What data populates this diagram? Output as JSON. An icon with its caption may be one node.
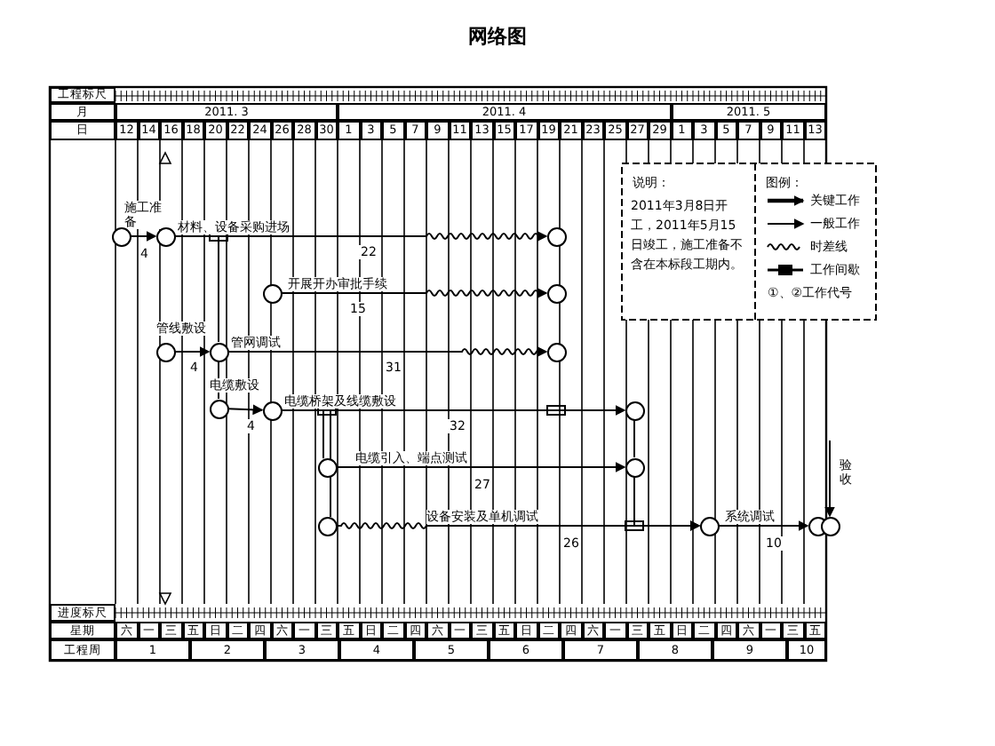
{
  "diagram": {
    "title": "网络图",
    "nodes": [
      {
        "text": [],
        "shape": "circle"
      },
      {
        "text": [],
        "shape": "circle"
      },
      {
        "text": [],
        "shape": "circle"
      },
      {
        "text": [],
        "shape": "circle"
      },
      {
        "text": [],
        "shape": "circle"
      },
      {
        "text": [],
        "shape": "circle"
      },
      {
        "text": [],
        "shape": "circle"
      },
      {
        "text": [],
        "shape": "circle"
      },
      {
        "text": [],
        "shape": "circle"
      },
      {
        "text": [],
        "shape": "circle"
      },
      {
        "text": [],
        "shape": "circle"
      },
      {
        "text": [],
        "shape": "circle"
      },
      {
        "text": [],
        "shape": "circle"
      },
      {
        "text": [],
        "shape": "circle"
      },
      {
        "text": [],
        "shape": "circle"
      },
      {
        "text": [],
        "shape": "circle"
      },
      {
        "text": [],
        "shape": "circle"
      }
    ],
    "edges": [
      {
        "from": 0,
        "to": 1,
        "arrow": "to",
        "label": "施工准备"
      },
      {
        "from": 1,
        "to": 2,
        "arrow": "to",
        "label": "材料、设备采购进场"
      },
      {
        "from": 3,
        "to": 4,
        "arrow": "to",
        "label": "开展开办审批手续"
      },
      {
        "from": 5,
        "to": 6,
        "arrow": "to",
        "label": "管线敷设"
      },
      {
        "from": 6,
        "to": 7,
        "arrow": "to",
        "label": "管网调试"
      },
      {
        "from": 8,
        "to": 9,
        "arrow": "to",
        "label": "电缆敷设"
      },
      {
        "from": 9,
        "to": 10,
        "arrow": "to",
        "label": "电缆桥架及线缆敷设"
      },
      {
        "from": 11,
        "to": 12,
        "arrow": "to",
        "label": "电缆引入、端点测试"
      },
      {
        "from": 13,
        "to": 14,
        "arrow": "to",
        "label": "设备安装及单机调试"
      },
      {
        "from": 14,
        "to": 15,
        "arrow": "to",
        "label": "系统调试"
      },
      {
        "from": null,
        "to": 16,
        "arrow": "to"
      },
      {
        "from": 1,
        "to": 6,
        "arrow": "none"
      },
      {
        "from": 6,
        "to": 8,
        "arrow": "none"
      },
      {
        "from": 9,
        "to": 11,
        "arrow": "none"
      },
      {
        "from": 9,
        "to": 13,
        "arrow": "none"
      },
      {
        "from": 10,
        "to": 12,
        "arrow": "none"
      },
      {
        "from": 12,
        "to": 14,
        "arrow": "to"
      }
    ],
    "labels": [
      "工程标尺",
      "月",
      "2011. 3",
      "2011. 4",
      "2011. 5",
      "日",
      "12",
      "14",
      "16",
      "18",
      "20",
      "22",
      "24",
      "26",
      "28",
      "30",
      "1",
      "3",
      "5",
      "7",
      "9",
      "11",
      "13",
      "15",
      "17",
      "19",
      "21",
      "23",
      "25",
      "27",
      "29",
      "1",
      "3",
      "5",
      "7",
      "9",
      "11",
      "13",
      "说明：",
      "2011年3月8日开工，2011年5月15日竣工，施工准备不含在本标段工期内。",
      "图例：",
      "4",
      "22",
      "15",
      "4",
      "31",
      "4",
      "32",
      "27",
      "26",
      "10",
      "验收",
      "进度标尺",
      "星期",
      "六",
      "一",
      "三",
      "五",
      "日",
      "二",
      "四",
      "六",
      "一",
      "三",
      "五",
      "日",
      "二",
      "四",
      "六",
      "一",
      "三",
      "五",
      "日",
      "二",
      "四",
      "六",
      "一",
      "三",
      "五",
      "日",
      "二",
      "四",
      "六",
      "一",
      "三",
      "五",
      "工程周",
      "1",
      "2",
      "3",
      "4",
      "5",
      "6",
      "7",
      "8",
      "9",
      "10"
    ],
    "legend": [
      {
        "text": "关键工作"
      },
      {
        "text": "一般工作"
      },
      {
        "text": "时差线"
      },
      {
        "text": "工作间歇"
      },
      {
        "text": "①、②工作代号"
      }
    ]
  }
}
